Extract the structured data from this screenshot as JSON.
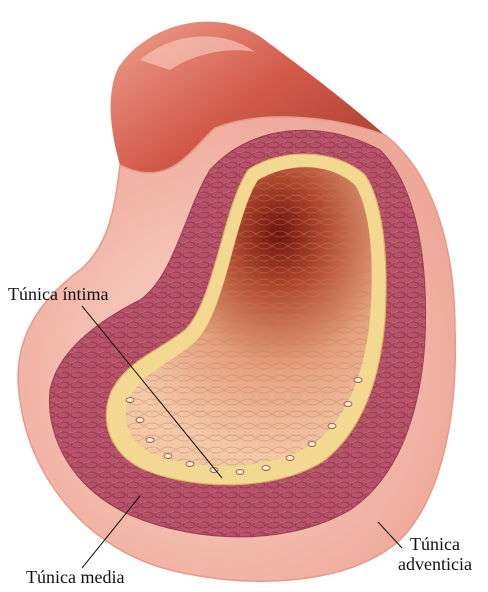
{
  "labels": {
    "intima": "Túnica íntima",
    "media": "Túnica media",
    "adventicia_line1": "Túnica",
    "adventicia_line2": "adventicia"
  },
  "colors": {
    "vessel_outer": "#d35a4c",
    "adventitia": "#f4c0b4",
    "media": "#b8546a",
    "intima_band": "#f3dc96",
    "lumen": "#e09a7c",
    "lumen_deep": "#7a1e14",
    "leader_line": "#111111"
  }
}
